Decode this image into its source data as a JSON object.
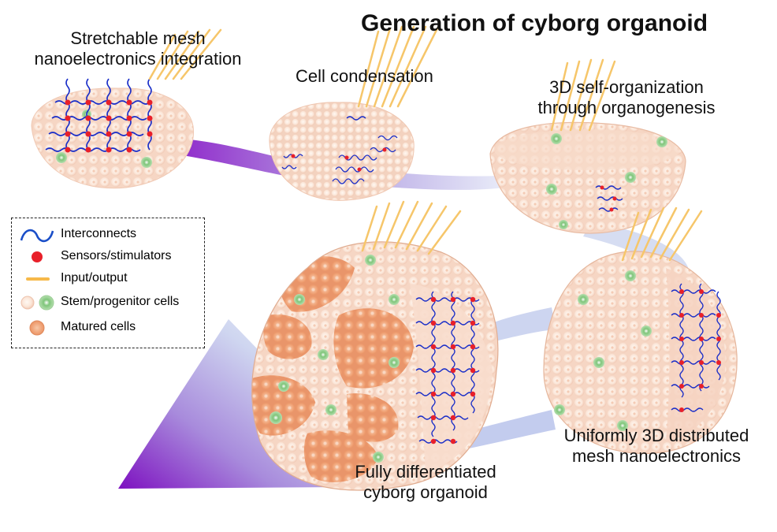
{
  "title": "Generation of cyborg organoid",
  "stages": {
    "stage1_line1": "Stretchable mesh",
    "stage1_line2": "nanoelectronics integration",
    "stage2": "Cell condensation",
    "stage3_line1": "3D self-organization",
    "stage3_line2": "through organogenesis",
    "stage4_line1": "Uniformly 3D distributed",
    "stage4_line2": "mesh nanoelectronics",
    "stage5_line1": "Fully differentiated",
    "stage5_line2": "cyborg organoid"
  },
  "legend": {
    "interconnects": "Interconnects",
    "sensors": "Sensors/stimulators",
    "io": "Input/output",
    "stem": "Stem/progenitor cells",
    "matured": "Matured cells"
  },
  "colors": {
    "arrow_purple": "#8a1fc8",
    "arrow_light": "#c9d2ee",
    "interconnect_blue": "#1a2ec8",
    "sensor_red": "#e8202a",
    "io_gold": "#f6c66a",
    "cell_light": "#f9e2d4",
    "cell_stem_green": "#8fcf8a",
    "cell_matured": "#f0a77a"
  }
}
